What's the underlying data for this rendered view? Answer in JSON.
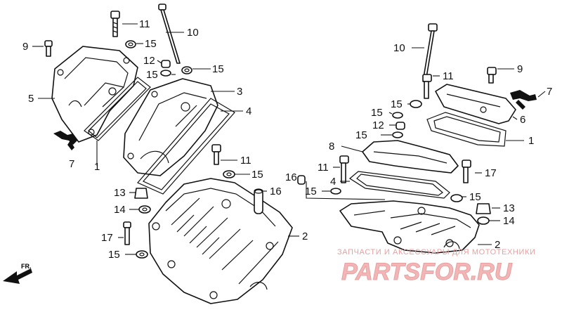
{
  "labels": {
    "l_11a": "11",
    "l_10a": "10",
    "l_9a": "9",
    "l_15a": "15",
    "l_12a": "12",
    "l_15b": "15",
    "l_15c": "15",
    "l_5": "5",
    "l_3": "3",
    "l_4a": "4",
    "l_7a": "7",
    "l_1a": "1",
    "l_11b": "11",
    "l_15d": "15",
    "l_16": "16",
    "l_13a": "13",
    "l_14a": "14",
    "l_2a": "2",
    "l_17a": "17",
    "l_15e": "15",
    "l_10b": "10",
    "l_11c": "11",
    "l_9b": "9",
    "l_7b": "7",
    "l_15f": "15",
    "l_6": "6",
    "l_15g": "15",
    "l_12b": "12",
    "l_15h": "15",
    "l_1b": "1",
    "l_8": "8",
    "l_11d": "11",
    "l_17b": "17",
    "l_4b": "4",
    "l_15i": "15",
    "l_15j": "15",
    "l_13b": "13",
    "l_14b": "14",
    "l_2b": "2"
  },
  "direction_mark": "FR.",
  "watermark": {
    "tagline": "ЗАПЧАСТИ И АКСЕССУАРЫ ДЛЯ МОТОТЕХНИКИ",
    "brand": "PARTSFOR.RU",
    "color": "#e8a0a0",
    "brand_color": "#f2b6b6"
  }
}
